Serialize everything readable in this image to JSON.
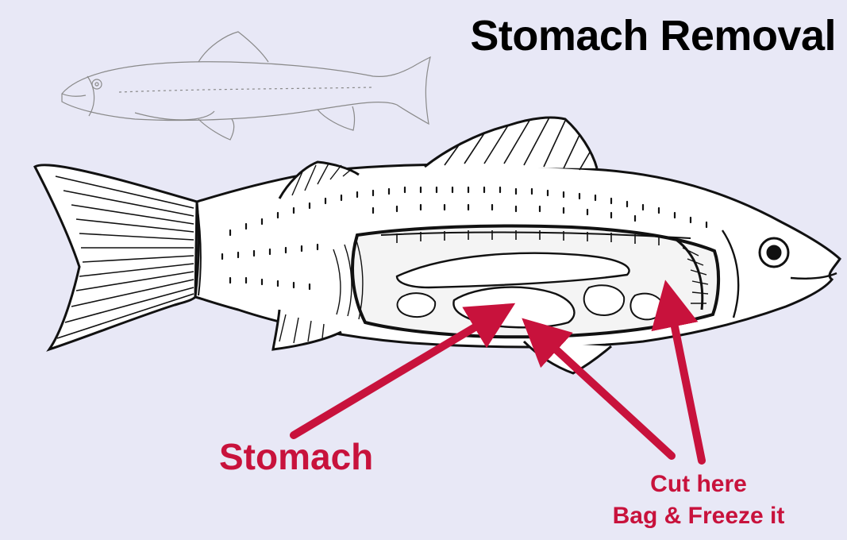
{
  "title": "Stomach Removal",
  "labels": {
    "stomach": "Stomach",
    "cut_line1": "Cut here",
    "cut_line2": "Bag & Freeze it"
  },
  "colors": {
    "background": "#e8e8f6",
    "label_accent": "#c8123c",
    "drawing_ink": "#111111",
    "sketch_ink": "#8a8a8a"
  },
  "icons": {
    "trout_sketch": "small-trout-outline-icon",
    "perch_anatomy": "perch-dissection-illustration",
    "arrows": "red-pointer-arrow"
  }
}
